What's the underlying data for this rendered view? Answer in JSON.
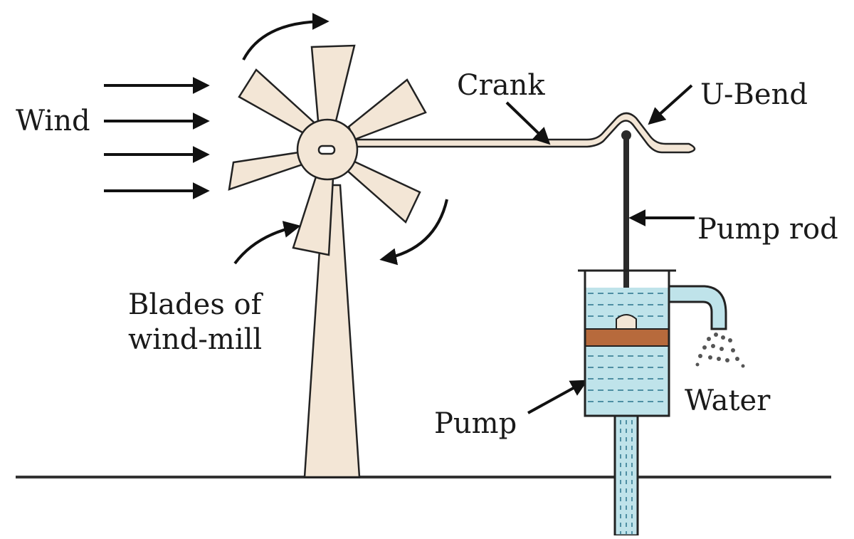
{
  "labels": {
    "wind": "Wind",
    "crank": "Crank",
    "u_bend": "U-Bend",
    "pump_rod": "Pump rod",
    "blades_line1": "Blades of",
    "blades_line2": "wind-mill",
    "water": "Water",
    "pump": "Pump"
  },
  "colors": {
    "wood": "#f3e6d6",
    "outline": "#222222",
    "water": "#bfe3ea",
    "water_dash": "#4f8fa3",
    "piston": "#b76a3c",
    "ground": "#333333"
  }
}
